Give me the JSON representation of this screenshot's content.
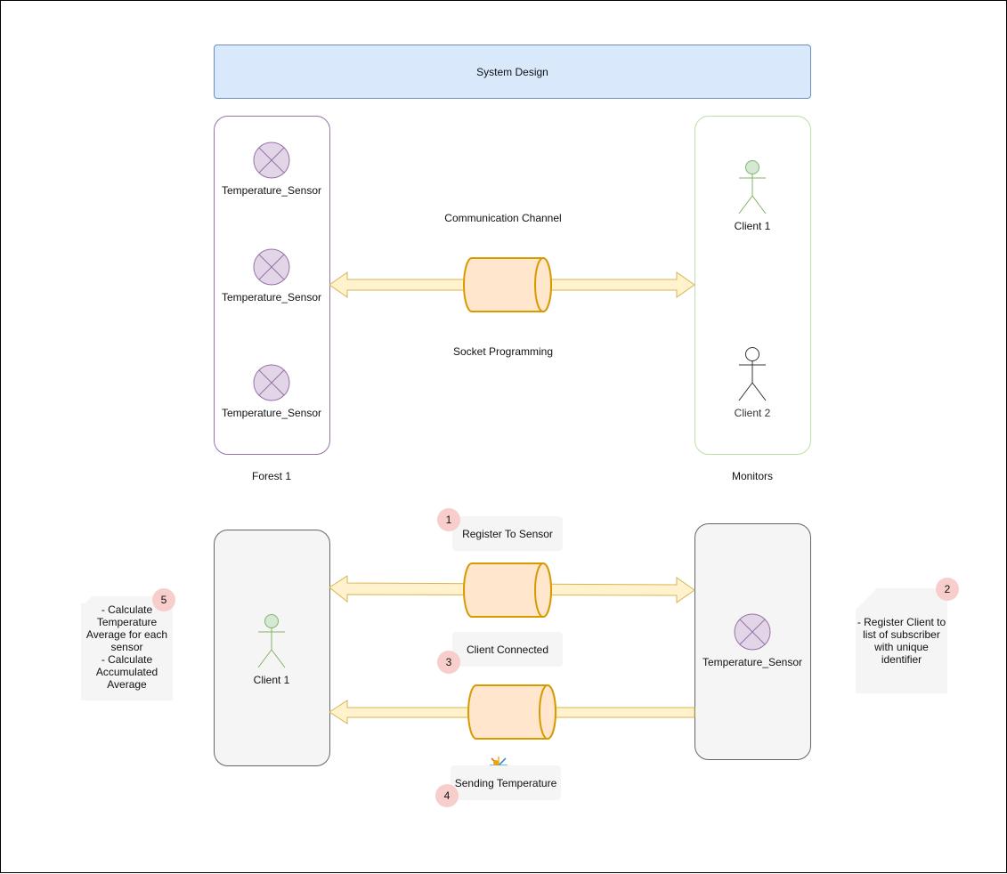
{
  "title": "System Design",
  "forest": {
    "label": "Forest 1",
    "sensors": [
      "Temperature_Sensor",
      "Temperature_Sensor",
      "Temperature_Sensor"
    ]
  },
  "monitors": {
    "label": "Monitors",
    "clients": [
      "Client 1",
      "Client 2"
    ]
  },
  "channel": {
    "top_label": "Communication Channel",
    "bottom_label": "Socket Programming"
  },
  "sequence": {
    "client_label": "Client 1",
    "sensor_label": "Temperature_Sensor",
    "steps": [
      {
        "number": "1",
        "text": "Register To Sensor"
      },
      {
        "number": "2",
        "text": "- Register Client to list of subscriber with unique identifier"
      },
      {
        "number": "3",
        "text": "Client Connected"
      },
      {
        "number": "4",
        "text": "Sending Temperature"
      },
      {
        "number": "5",
        "text": "- Calculate Temperature Average for each sensor\n- Calculate Accumulated Average"
      }
    ]
  },
  "colors": {
    "sensor_fill": "#e1d5e7",
    "sensor_stroke": "#9673a6",
    "actor_fill": "#d5e8d4",
    "actor_stroke": "#82b366",
    "cylinder_fill": "#ffe6cc",
    "cylinder_stroke": "#d79b00",
    "arrow_fill": "#fff2cc",
    "arrow_stroke": "#d6b656",
    "badge_fill": "#f8cecc"
  }
}
